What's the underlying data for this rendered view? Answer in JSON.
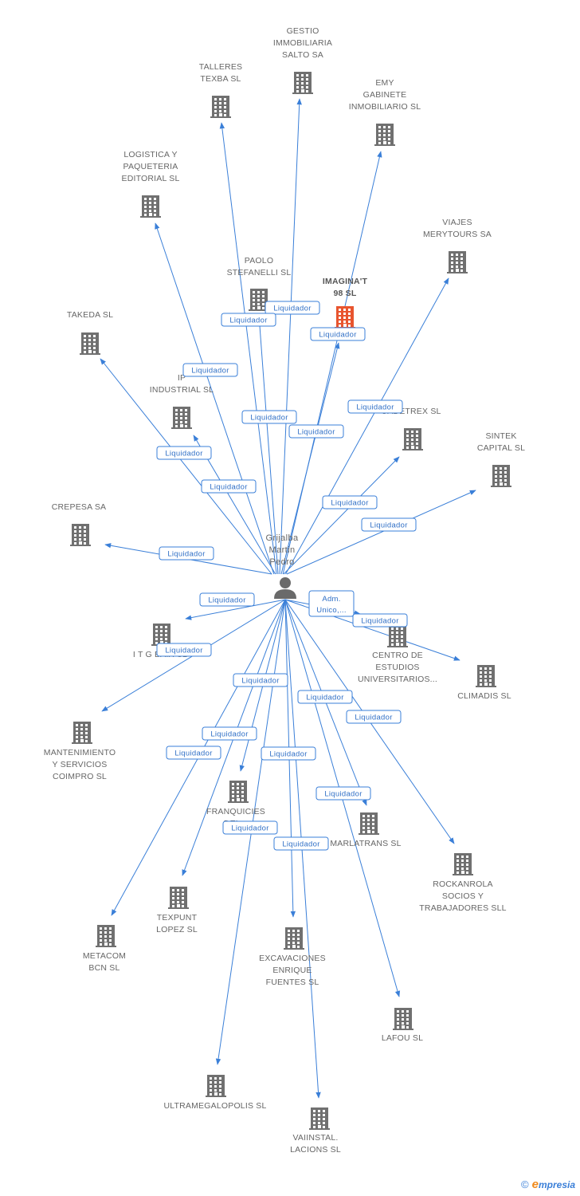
{
  "graph": {
    "person": {
      "id": "p",
      "label_lines": [
        "Grijalba",
        "Martin",
        "Pedro"
      ]
    },
    "companies": [
      {
        "id": "gestio",
        "label_lines": [
          "GESTIO",
          "IMMOBILIARIA",
          "SALTO SA"
        ],
        "focus": false
      },
      {
        "id": "talleres",
        "label_lines": [
          "TALLERES",
          "TEXBA SL"
        ],
        "focus": false
      },
      {
        "id": "emy",
        "label_lines": [
          "EMY",
          "GABINETE",
          "INMOBILIARIO SL"
        ],
        "focus": false
      },
      {
        "id": "logistica",
        "label_lines": [
          "LOGISTICA Y",
          "PAQUETERIA",
          "EDITORIAL SL"
        ],
        "focus": false
      },
      {
        "id": "viajes",
        "label_lines": [
          "VIAJES",
          "MERYTOURS SA"
        ],
        "focus": false
      },
      {
        "id": "paolo",
        "label_lines": [
          "PAOLO",
          "STEFANELLI SL"
        ],
        "focus": false
      },
      {
        "id": "imagina",
        "label_lines": [
          "IMAGINA'T",
          "98 SL"
        ],
        "focus": true
      },
      {
        "id": "takeda",
        "label_lines": [
          "TAKEDA SL"
        ],
        "focus": false
      },
      {
        "id": "ip",
        "label_lines": [
          "IP",
          "INDUSTRIAL SL"
        ],
        "focus": false
      },
      {
        "id": "cadetrex",
        "label_lines": [
          "CADETREX SL"
        ],
        "focus": false
      },
      {
        "id": "sintek",
        "label_lines": [
          "SINTEK",
          "CAPITAL SL"
        ],
        "focus": false
      },
      {
        "id": "crepesa",
        "label_lines": [
          "CREPESA SA"
        ],
        "focus": false
      },
      {
        "id": "itg",
        "label_lines": [
          "I T G BAIX SL"
        ],
        "focus": false
      },
      {
        "id": "centro",
        "label_lines": [
          "CENTRO DE",
          "ESTUDIOS",
          "UNIVERSITARIOS..."
        ],
        "focus": false
      },
      {
        "id": "climadis",
        "label_lines": [
          "CLIMADIS SL"
        ],
        "focus": false
      },
      {
        "id": "mantenimiento",
        "label_lines": [
          "MANTENIMIENTO",
          "Y SERVICIOS",
          "COIMPRO SL"
        ],
        "focus": false
      },
      {
        "id": "franquicies",
        "label_lines": [
          "FRANQUICIES",
          "DEL..."
        ],
        "focus": false
      },
      {
        "id": "marlatrans",
        "label_lines": [
          "MARLATRANS SL"
        ],
        "focus": false
      },
      {
        "id": "rockanrola",
        "label_lines": [
          "ROCKANROLA",
          "SOCIOS Y",
          "TRABAJADORES SLL"
        ],
        "focus": false
      },
      {
        "id": "texpunt",
        "label_lines": [
          "TEXPUNT",
          "LOPEZ SL"
        ],
        "focus": false
      },
      {
        "id": "metacom",
        "label_lines": [
          "METACOM",
          "BCN SL"
        ],
        "focus": false
      },
      {
        "id": "excavaciones",
        "label_lines": [
          "EXCAVACIONES",
          "ENRIQUE",
          "FUENTES SL"
        ],
        "focus": false
      },
      {
        "id": "lafou",
        "label_lines": [
          "LAFOU SL"
        ],
        "focus": false
      },
      {
        "id": "ultramega",
        "label_lines": [
          "ULTRAMEGALOPOLIS SL"
        ],
        "focus": false
      },
      {
        "id": "vaiinstal",
        "label_lines": [
          "VAIINSTAL.",
          "LACIONS SL"
        ],
        "focus": false
      }
    ],
    "edges": [
      {
        "to": "gestio",
        "label": "Liquidador"
      },
      {
        "to": "talleres",
        "label": "Liquidador"
      },
      {
        "to": "emy",
        "label": "Liquidador"
      },
      {
        "to": "logistica",
        "label": "Liquidador"
      },
      {
        "to": "viajes",
        "label": "Liquidador"
      },
      {
        "to": "paolo",
        "label": "Liquidador"
      },
      {
        "to": "imagina",
        "label": "Liquidador"
      },
      {
        "to": "takeda",
        "label": "Liquidador"
      },
      {
        "to": "ip",
        "label": "Liquidador"
      },
      {
        "to": "cadetrex",
        "label": "Liquidador"
      },
      {
        "to": "sintek",
        "label": "Liquidador"
      },
      {
        "to": "crepesa",
        "label": "Liquidador"
      },
      {
        "to": "itg",
        "label": "Liquidador"
      },
      {
        "to": "centro",
        "label": "Adm. Unico,..."
      },
      {
        "to": "climadis",
        "label": "Liquidador"
      },
      {
        "to": "mantenimiento",
        "label": "Liquidador"
      },
      {
        "to": "franquicies",
        "label": "Liquidador"
      },
      {
        "to": "marlatrans",
        "label": "Liquidador"
      },
      {
        "to": "rockanrola",
        "label": "Liquidador"
      },
      {
        "to": "texpunt",
        "label": "Liquidador"
      },
      {
        "to": "metacom",
        "label": "Liquidador"
      },
      {
        "to": "excavaciones",
        "label": "Liquidador"
      },
      {
        "to": "lafou",
        "label": "Liquidador"
      },
      {
        "to": "ultramega",
        "label": "Liquidador"
      },
      {
        "to": "vaiinstal",
        "label": "Liquidador"
      }
    ]
  },
  "colors": {
    "edge": "#3a7fd8",
    "building": "#707070",
    "focus_building": "#e8552f",
    "person": "#6a6a6a"
  },
  "footer": {
    "copyright_symbol": "©",
    "brand_initial": "e",
    "brand_rest": "mpresia"
  }
}
